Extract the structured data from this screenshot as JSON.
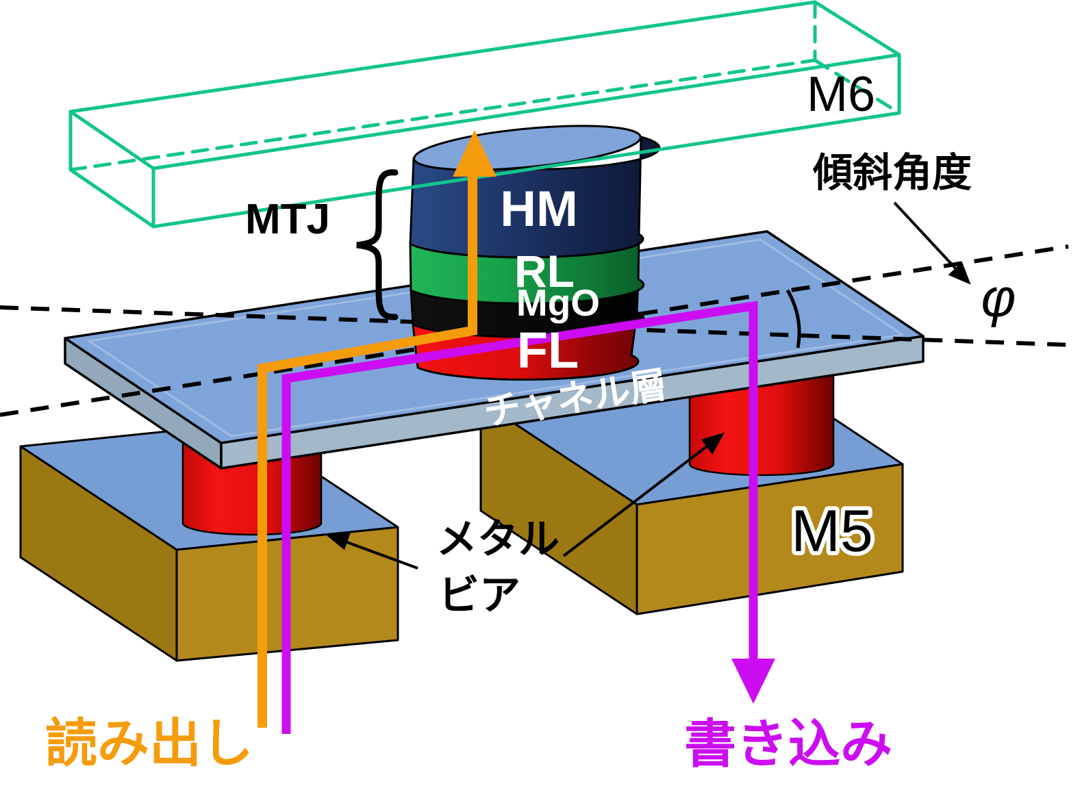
{
  "figure": {
    "type": "device-schematic",
    "description_visible_only": "3D schematic of an MTJ memory cell between M5 and M6 metal lines"
  },
  "labels": {
    "m6": "M6",
    "m5": "M5",
    "mtj": "MTJ",
    "tilt_angle": "傾斜角度",
    "phi": "φ",
    "channel_layer": "チャネル層",
    "metal_via_line1": "メタル",
    "metal_via_line2": "ビア",
    "read": "読み出し",
    "write": "書き込み"
  },
  "mtj_layers": {
    "hm": "HM",
    "rl": "RL",
    "mgo": "MgO",
    "fl": "FL"
  },
  "colors": {
    "m6_wireframe_teal": "#12C48D",
    "read_orange": "#F59C0D",
    "write_magenta": "#CC0DF2",
    "via_red": "#E81111",
    "metal_gold": "#B3891B",
    "plate_top_blue": "#7FA4DA",
    "plate_side_gray": "#A3B8C8",
    "hm_navy": "#1D3462",
    "rl_green": "#1CA24E",
    "mgo_black": "#060606",
    "fl_red": "#D90D0D",
    "line_black": "#000000"
  }
}
